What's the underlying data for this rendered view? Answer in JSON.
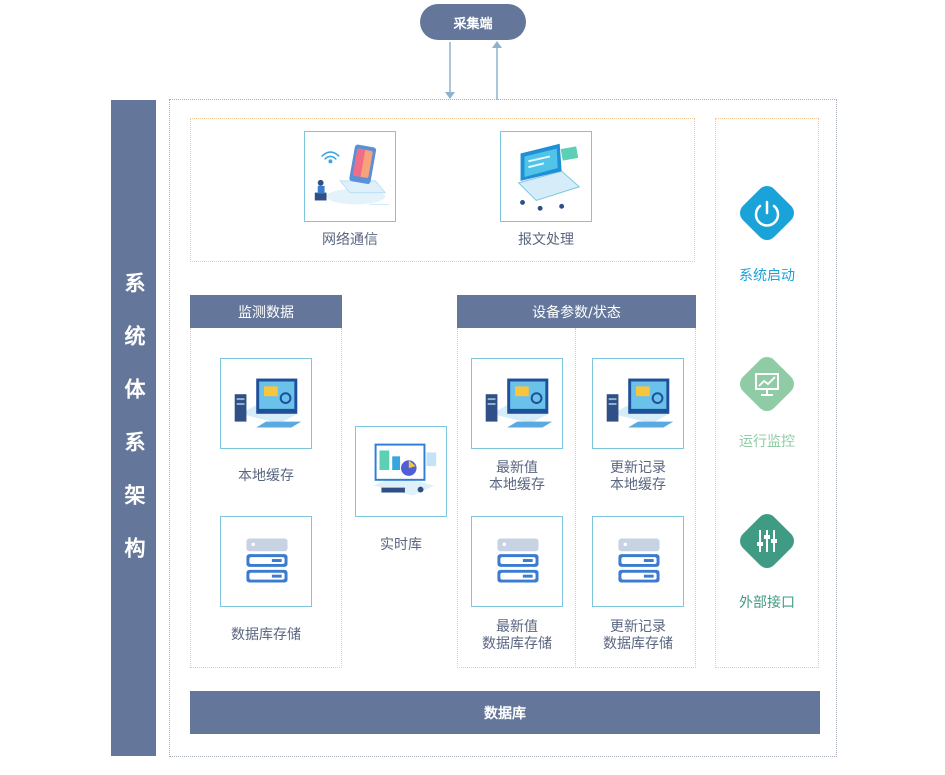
{
  "collector": {
    "label": "采集端"
  },
  "architecture": {
    "title": "系统体系架构"
  },
  "comm": {
    "network_label": "网络通信",
    "message_label": "报文处理"
  },
  "monitor": {
    "header": "监测数据",
    "local_cache_label": "本地缓存",
    "db_storage_label": "数据库存储"
  },
  "realtime": {
    "label": "实时库"
  },
  "device": {
    "header": "设备参数/状态",
    "latest_cache": [
      "最新值",
      "本地缓存"
    ],
    "update_cache": [
      "更新记录",
      "本地缓存"
    ],
    "latest_db": [
      "最新值",
      "数据库存储"
    ],
    "update_db": [
      "更新记录",
      "数据库存储"
    ]
  },
  "status": {
    "start": {
      "label": "系统启动",
      "color": "#1aa3d8"
    },
    "monitor": {
      "label": "运行监控",
      "color": "#8fcca5"
    },
    "interface": {
      "label": "外部接口",
      "color": "#3f9b84"
    }
  },
  "database": {
    "label": "数据库"
  },
  "colors": {
    "bar": "#64779a",
    "card_border": "#7ec6e0",
    "dotted_orange": "#f3c89b"
  }
}
